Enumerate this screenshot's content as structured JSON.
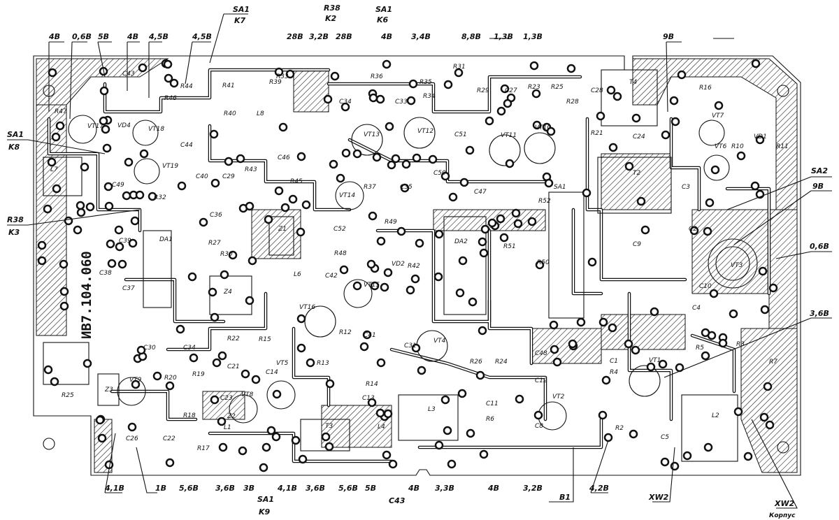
{
  "drawing_id": "ИВ7.104.060",
  "voltage_labels_top": [
    "4В",
    "0,6В",
    "5В",
    "4В",
    "4,5В",
    "4,5В",
    "28В",
    "3,2В",
    "28В",
    "4В",
    "3,4В",
    "8,8В",
    "1,3В",
    "1,3В",
    "9В"
  ],
  "connector_labels": {
    "sa1_k7": [
      "SA1",
      "K7"
    ],
    "r38_k2": [
      "R38",
      "K2"
    ],
    "sa1_k6": [
      "SA1",
      "K6"
    ],
    "sa1_k8": [
      "SA1",
      "K8"
    ],
    "r38_k3": [
      "R38",
      "K3"
    ],
    "sa1_k9": [
      "SA1",
      "K9"
    ],
    "xw2_case": [
      "XW2",
      "Корпус"
    ]
  },
  "voltage_labels_right": [
    "SA2",
    "9В",
    "0,6В",
    "3,6В"
  ],
  "voltage_labels_bottom": [
    "4,1В",
    "1В",
    "5,6В",
    "3,6В",
    "3В",
    "4,1В",
    "3,6В",
    "5,6В",
    "5В",
    "C43",
    "4В",
    "3,3В",
    "4В",
    "3,2В",
    "В1",
    "4,2В",
    "XW2"
  ],
  "components": [
    "VT17",
    "VD4",
    "VT18",
    "VT19",
    "R47",
    "C43",
    "R46",
    "R44",
    "R41",
    "R39",
    "R40",
    "L8",
    "C44",
    "C40",
    "C29",
    "R43",
    "C46",
    "R45",
    "R32",
    "C49",
    "C36",
    "C39",
    "DA1",
    "R27",
    "R30",
    "C38",
    "C37",
    "Z1",
    "Z4",
    "VT16",
    "C42",
    "VT15",
    "R48",
    "C52",
    "VT14",
    "R37",
    "C35",
    "C50",
    "C47",
    "R49",
    "R52",
    "DA2",
    "R51",
    "R50",
    "SA1",
    "VT13",
    "VT12",
    "C51",
    "R36",
    "C33",
    "C34",
    "R34",
    "R31",
    "R29",
    "C27",
    "R23",
    "R25",
    "VT11",
    "VT10",
    "R28",
    "C28",
    "R21",
    "T4",
    "C24",
    "T2",
    "R16",
    "VT7",
    "VT6",
    "R10",
    "VD1",
    "R11",
    "VT3",
    "C9",
    "C10",
    "C4",
    "VT1",
    "R4",
    "C1",
    "R3",
    "R7",
    "L2",
    "C5",
    "R2",
    "VT2",
    "C8",
    "R6",
    "C11",
    "C12",
    "C48",
    "R24",
    "R26",
    "VT4",
    "C31",
    "C41",
    "R42",
    "R12",
    "R13",
    "R14",
    "C13",
    "T3",
    "L3",
    "L4",
    "L1",
    "R17",
    "C22",
    "C26",
    "R18",
    "C23",
    "VT8",
    "VT5",
    "C14",
    "R15",
    "C21",
    "R22",
    "R19",
    "R20",
    "VT9",
    "C30",
    "C34",
    "Z3",
    "R25",
    "L7",
    "R5",
    "C3",
    "C2",
    "VD2",
    "L6",
    "R33",
    "R35",
    "Z2"
  ]
}
